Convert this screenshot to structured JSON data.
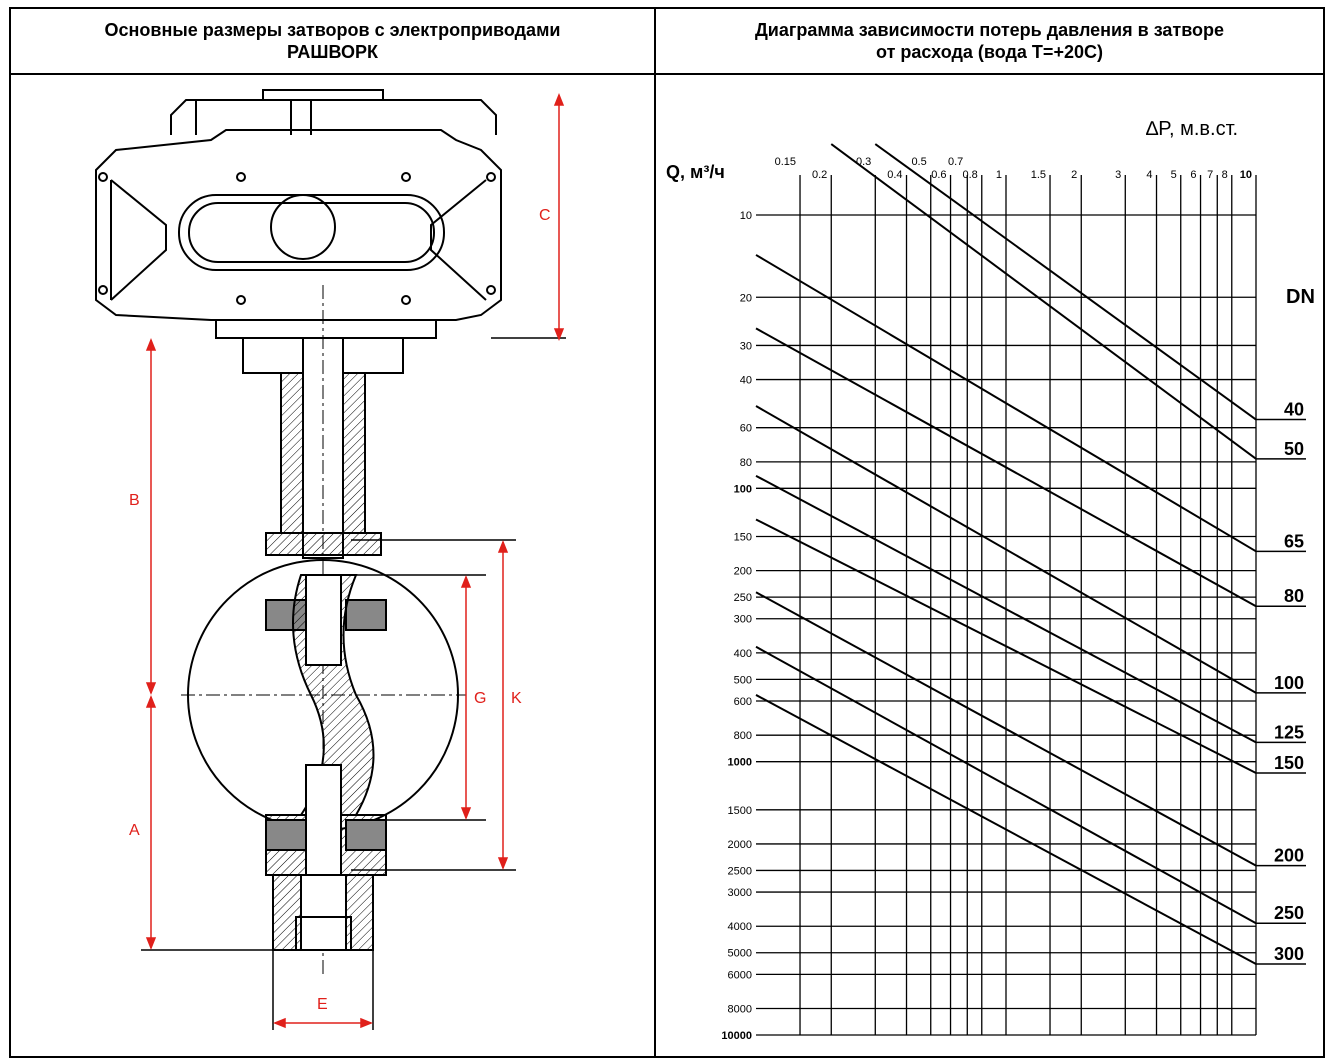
{
  "headers": {
    "left_line1": "Основные размеры затворов с электроприводами",
    "left_line2": "РАШВОРК",
    "right_line1": "Диаграмма зависимости потерь давления в затворе",
    "right_line2": "от расхода (вода Т=+20С)"
  },
  "drawing": {
    "dim_a": "A",
    "dim_b": "B",
    "dim_c": "C",
    "dim_e": "E",
    "dim_g": "G",
    "dim_k": "K"
  },
  "chart": {
    "ylabel": "Q, м³/ч",
    "xlabel": "∆P, м.в.ст.",
    "dn_label": "DN",
    "colors": {
      "ink": "#000000",
      "dim": "#e0201b"
    }
  },
  "chart_data": {
    "type": "line",
    "title": "Диаграмма зависимости потерь давления в затворе от расхода (вода Т=+20С)",
    "xlabel": "∆P, м.в.ст.",
    "ylabel": "Q, м³/ч",
    "x_scale": "log",
    "y_scale": "log",
    "xlim": [
      0.1,
      10
    ],
    "ylim": [
      10,
      10000
    ],
    "x_ticks": [
      {
        "v": 0.15,
        "label": "0.15",
        "row": 0
      },
      {
        "v": 0.2,
        "label": "0.2",
        "row": 1
      },
      {
        "v": 0.3,
        "label": "0.3",
        "row": 0
      },
      {
        "v": 0.4,
        "label": "0.4",
        "row": 1
      },
      {
        "v": 0.5,
        "label": "0.5",
        "row": 0
      },
      {
        "v": 0.6,
        "label": "0.6",
        "row": 1
      },
      {
        "v": 0.7,
        "label": "0.7",
        "row": 0
      },
      {
        "v": 0.8,
        "label": "0.8",
        "row": 1
      },
      {
        "v": 1,
        "label": "1",
        "row": 1
      },
      {
        "v": 1.5,
        "label": "1.5",
        "row": 1
      },
      {
        "v": 2,
        "label": "2",
        "row": 1
      },
      {
        "v": 3,
        "label": "3",
        "row": 1
      },
      {
        "v": 4,
        "label": "4",
        "row": 1
      },
      {
        "v": 5,
        "label": "5",
        "row": 1
      },
      {
        "v": 6,
        "label": "6",
        "row": 1
      },
      {
        "v": 7,
        "label": "7",
        "row": 1
      },
      {
        "v": 8,
        "label": "8",
        "row": 1
      },
      {
        "v": 10,
        "label": "10",
        "row": 1,
        "bold": true
      }
    ],
    "y_ticks": [
      {
        "v": 10,
        "label": "10"
      },
      {
        "v": 20,
        "label": "20"
      },
      {
        "v": 30,
        "label": "30"
      },
      {
        "v": 40,
        "label": "40"
      },
      {
        "v": 60,
        "label": "60"
      },
      {
        "v": 80,
        "label": "80"
      },
      {
        "v": 100,
        "label": "100",
        "bold": true
      },
      {
        "v": 150,
        "label": "150"
      },
      {
        "v": 200,
        "label": "200"
      },
      {
        "v": 250,
        "label": "250"
      },
      {
        "v": 300,
        "label": "300"
      },
      {
        "v": 400,
        "label": "400"
      },
      {
        "v": 500,
        "label": "500"
      },
      {
        "v": 600,
        "label": "600"
      },
      {
        "v": 800,
        "label": "800"
      },
      {
        "v": 1000,
        "label": "1000",
        "bold": true
      },
      {
        "v": 1500,
        "label": "1500"
      },
      {
        "v": 2000,
        "label": "2000"
      },
      {
        "v": 2500,
        "label": "2500"
      },
      {
        "v": 3000,
        "label": "3000"
      },
      {
        "v": 4000,
        "label": "4000"
      },
      {
        "v": 5000,
        "label": "5000"
      },
      {
        "v": 6000,
        "label": "6000"
      },
      {
        "v": 8000,
        "label": "8000"
      },
      {
        "v": 10000,
        "label": "10000",
        "bold": true
      }
    ],
    "series": [
      {
        "name": "40",
        "points": [
          [
            0.3,
            5.5
          ],
          [
            10,
            56
          ]
        ]
      },
      {
        "name": "50",
        "points": [
          [
            0.2,
            5.5
          ],
          [
            10,
            78
          ]
        ]
      },
      {
        "name": "65",
        "points": [
          [
            0.1,
            14
          ],
          [
            10,
            170
          ]
        ]
      },
      {
        "name": "80",
        "points": [
          [
            0.1,
            26
          ],
          [
            10,
            270
          ]
        ]
      },
      {
        "name": "100",
        "points": [
          [
            0.1,
            50
          ],
          [
            10,
            560
          ]
        ]
      },
      {
        "name": "125",
        "points": [
          [
            0.1,
            90
          ],
          [
            10,
            850
          ]
        ]
      },
      {
        "name": "150",
        "points": [
          [
            0.1,
            130
          ],
          [
            10,
            1100
          ]
        ]
      },
      {
        "name": "200",
        "points": [
          [
            0.1,
            240
          ],
          [
            10,
            2400
          ]
        ]
      },
      {
        "name": "250",
        "points": [
          [
            0.1,
            380
          ],
          [
            10,
            3900
          ]
        ]
      },
      {
        "name": "300",
        "points": [
          [
            0.1,
            570
          ],
          [
            10,
            5500
          ]
        ]
      }
    ]
  }
}
